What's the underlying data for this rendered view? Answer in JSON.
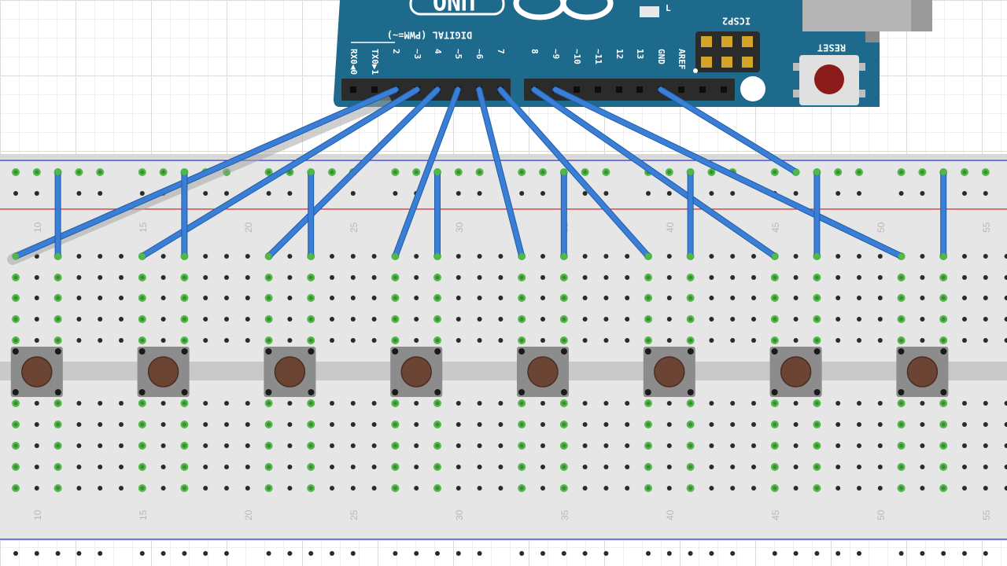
{
  "arduino": {
    "board_name": "UNO",
    "logo": "arduino-infinity-logo",
    "section_label": "DIGITAL (PWM=~)",
    "icsp_label": "ICSP2",
    "reset_label": "RESET",
    "led_label": "L",
    "header_labels": [
      "RX0◀0",
      "TX0▶1",
      "2",
      "~3",
      "4",
      "~5",
      "~6",
      "7",
      "8",
      "~9",
      "~10",
      "~11",
      "12",
      "13",
      "GND",
      "AREF"
    ],
    "colors": {
      "board": "#1d6a8c",
      "header": "#2b2b2b",
      "silk": "#ffffff",
      "reset_button": "#8b1a1a"
    }
  },
  "breadboard": {
    "column_numbers_top": [
      "10",
      "15",
      "20",
      "25",
      "30",
      "35",
      "40",
      "45",
      "50",
      "55"
    ],
    "column_numbers_bottom": [
      "10",
      "15",
      "20",
      "25",
      "30",
      "35",
      "40",
      "45",
      "50",
      "55"
    ],
    "colors": {
      "body": "#e8e8e8",
      "hole": "#2a2a2a",
      "active_hole": "#52b848",
      "rail_red": "#d43030",
      "rail_blue": "#3030d4"
    }
  },
  "pushbuttons": {
    "count": 8,
    "color_cap": "#6b4434",
    "color_body": "#8c8c8c"
  },
  "wires": {
    "color": "#3a7fd5",
    "connections": [
      {
        "from_pin": "2",
        "to": "button-1"
      },
      {
        "from_pin": "~3",
        "to": "button-2"
      },
      {
        "from_pin": "4",
        "to": "button-3"
      },
      {
        "from_pin": "~5",
        "to": "button-4"
      },
      {
        "from_pin": "~6",
        "to": "button-5"
      },
      {
        "from_pin": "7",
        "to": "button-6"
      },
      {
        "from_pin": "8",
        "to": "button-7"
      },
      {
        "from_pin": "~9",
        "to": "button-8"
      },
      {
        "from_pin": "GND",
        "to": "ground-rail"
      }
    ]
  }
}
